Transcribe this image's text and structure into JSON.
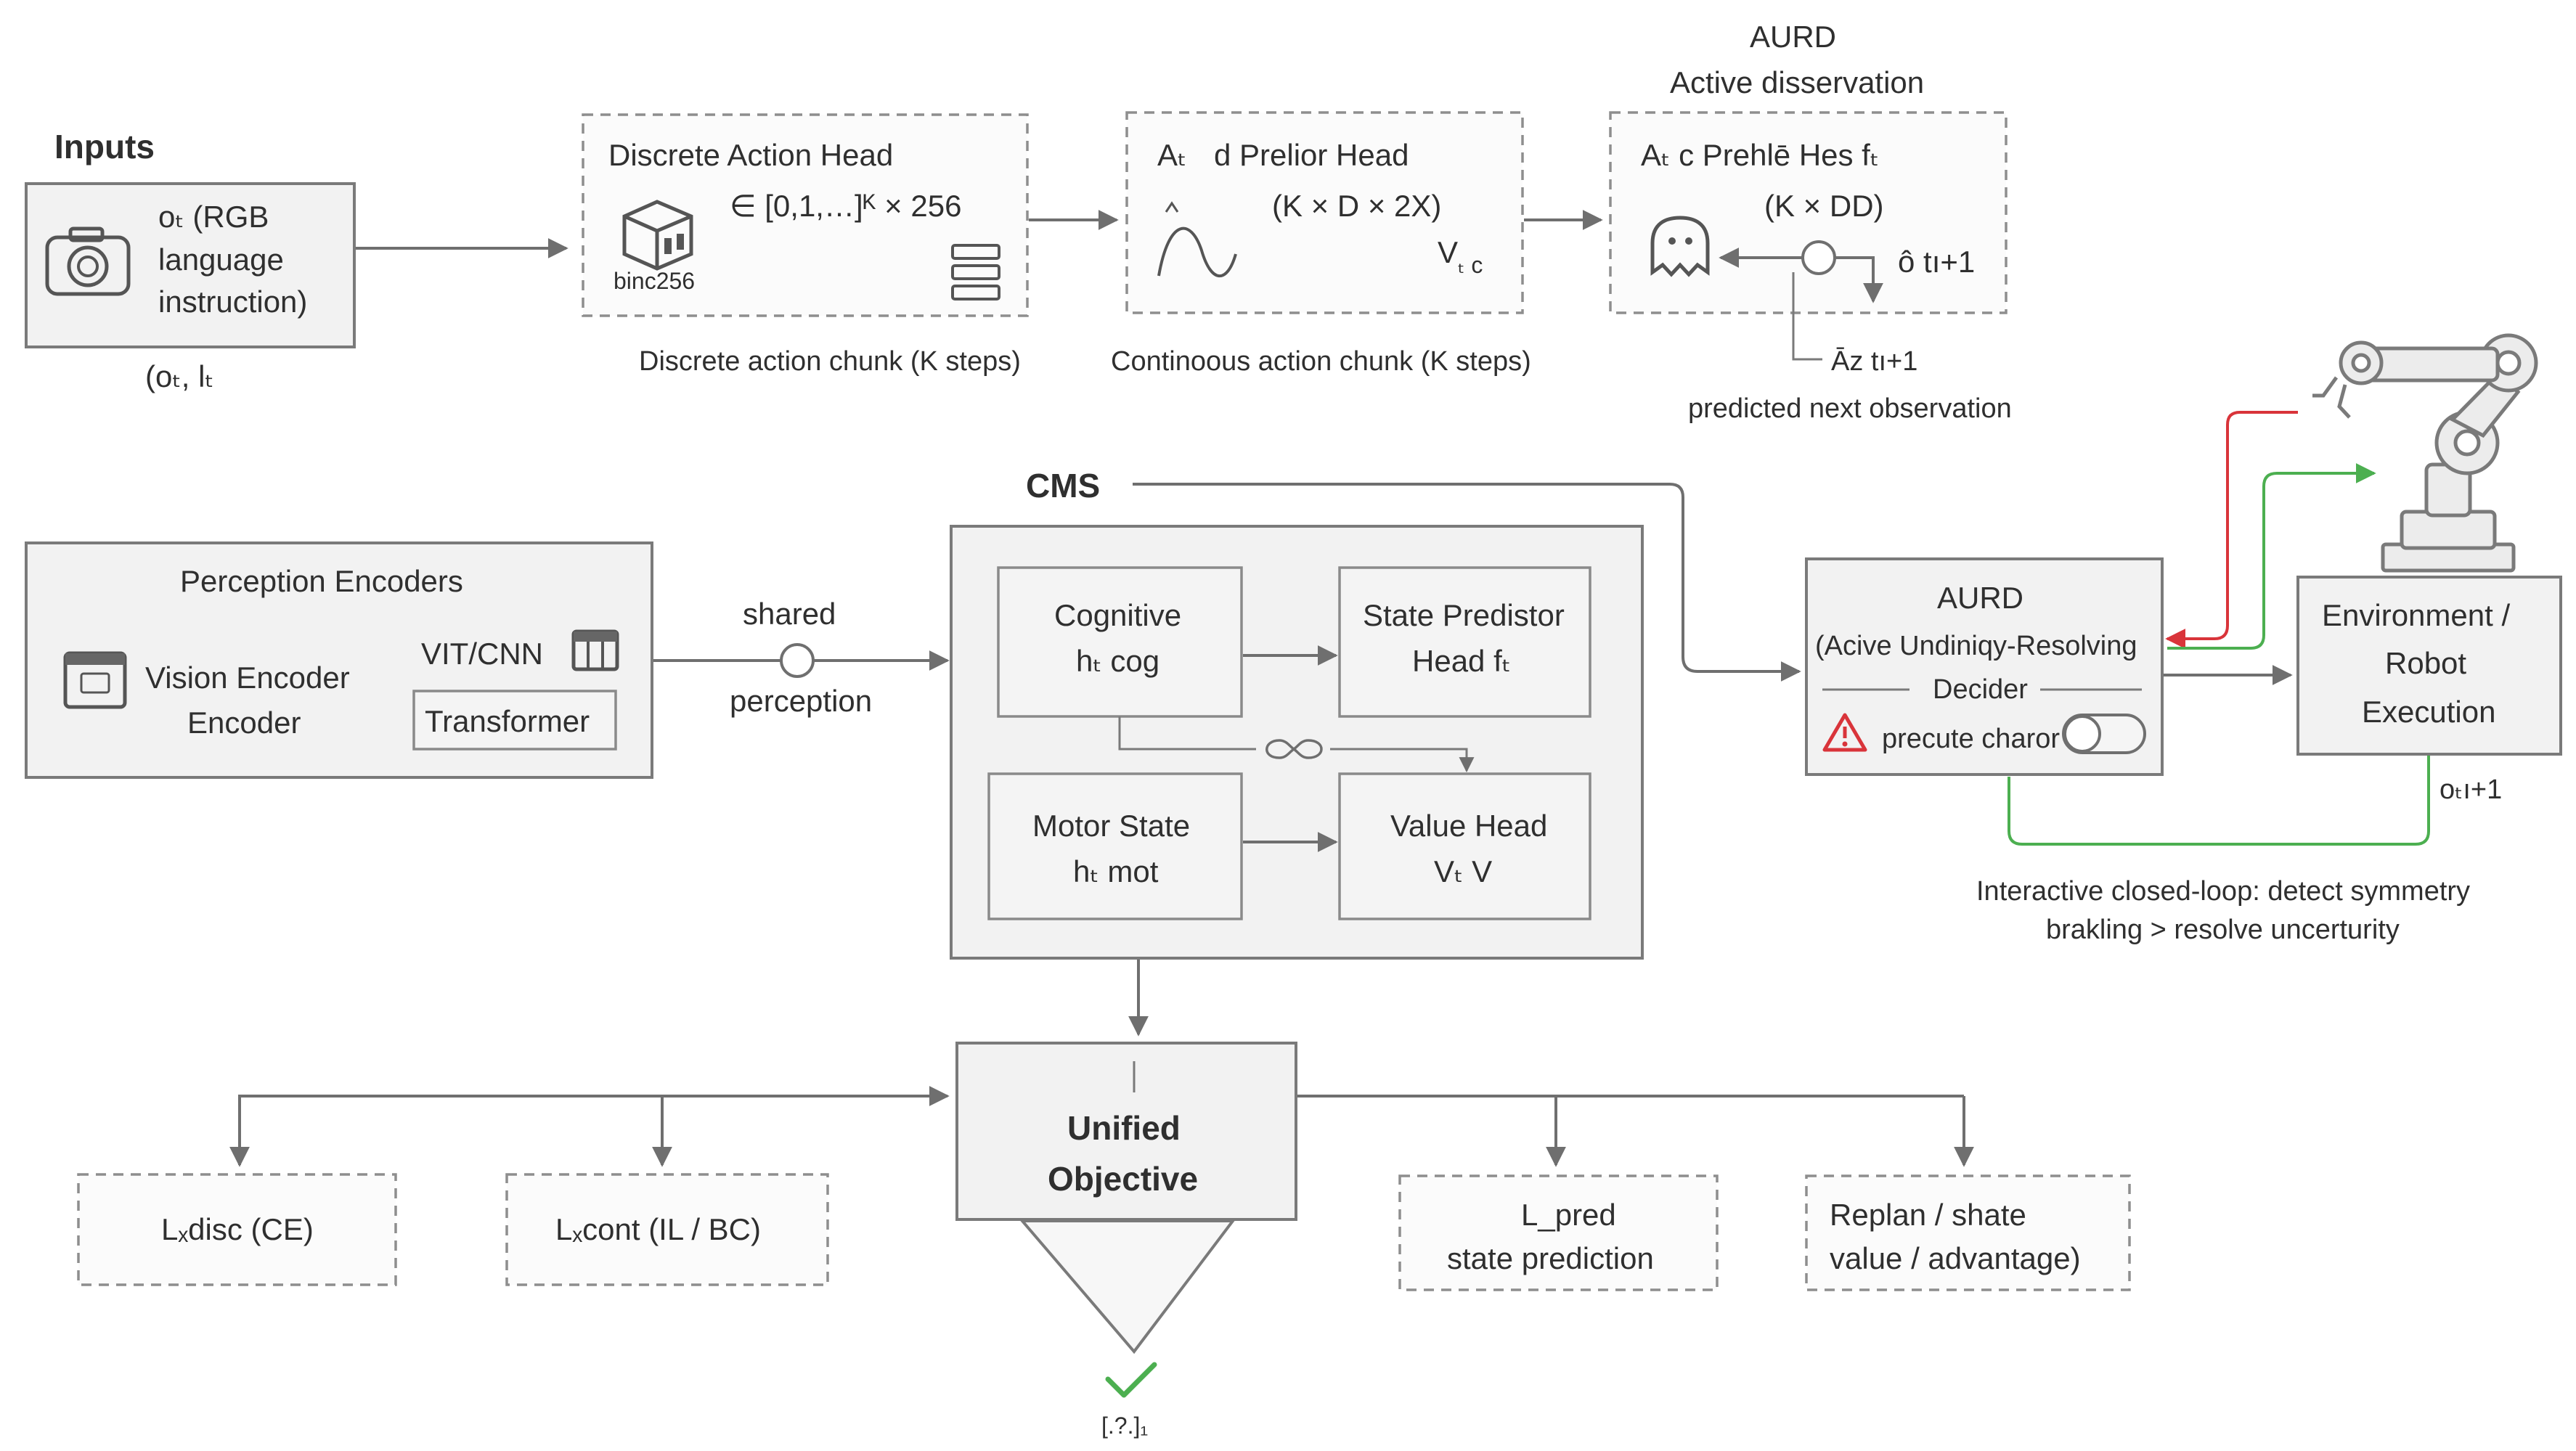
{
  "inputs": {
    "title": "Inputs",
    "line1": "oₜ (RGB",
    "line2": "language",
    "line3": "instruction)",
    "caption": "(oₜ, lₜ"
  },
  "discrete_head": {
    "title": "Discrete Action Head",
    "formula": "∈ [0,1,…]ᴷ × 256",
    "bins": "binc256",
    "caption": "Discrete action chunk (K steps)"
  },
  "prelior_head": {
    "title_a": "Aₜ",
    "title_b": "d Prelior Head",
    "dims": "(K × D × 2X)",
    "v": "V",
    "v_sub": "ₜ c",
    "caption": "Continoous action chunk (K steps)"
  },
  "aurd_top": {
    "label1": "AURD",
    "label2": "Active disservation",
    "title": "Aₜ c Prehlē Hes fₜ",
    "dims": "(K × DD)",
    "next_o": "ô tı+1",
    "next_a": "Āz tı+1",
    "caption": "predicted next observation"
  },
  "perception": {
    "title": "Perception Encoders",
    "vision1": "Vision Encoder",
    "vision2": "Encoder",
    "vit": "VIT/CNN",
    "transformer": "Transformer"
  },
  "shared": {
    "top": "shared",
    "bottom": "perception"
  },
  "cms": {
    "title": "CMS",
    "cognitive1": "Cognitive",
    "cognitive2": "hₜ cog",
    "state1": "State Predistor",
    "state2": "Head fₜ",
    "motor1": "Motor State",
    "motor2": "hₜ mot",
    "value1": "Value Head",
    "value2": "Vₜ  V"
  },
  "aurd_mid": {
    "title": "AURD",
    "line1": "(Acive Undiniqy-Resolving",
    "line2": "Decider",
    "line3": "precute charor"
  },
  "env": {
    "line1": "Environment /",
    "line2": "Robot",
    "line3": "Execution",
    "next": "oₜı+1"
  },
  "loop": {
    "line1": "Interactive closed-loop: detect symmetry",
    "line2": "brakling > resolve uncerturity"
  },
  "objective": {
    "line1": "Unified",
    "line2": "Objective",
    "bottom_label": "[.?.]₁"
  },
  "losses": {
    "disc": "Lₓdisc (CE)",
    "cont": "Lₓcont (IL / BC)",
    "pred1": "L_pred",
    "pred2": "state prediction",
    "replan1": "Replan / shate",
    "replan2": "value / advantage)"
  },
  "colors": {
    "red": "#d9343a",
    "green": "#4caf50",
    "border": "#7a7a7a"
  }
}
